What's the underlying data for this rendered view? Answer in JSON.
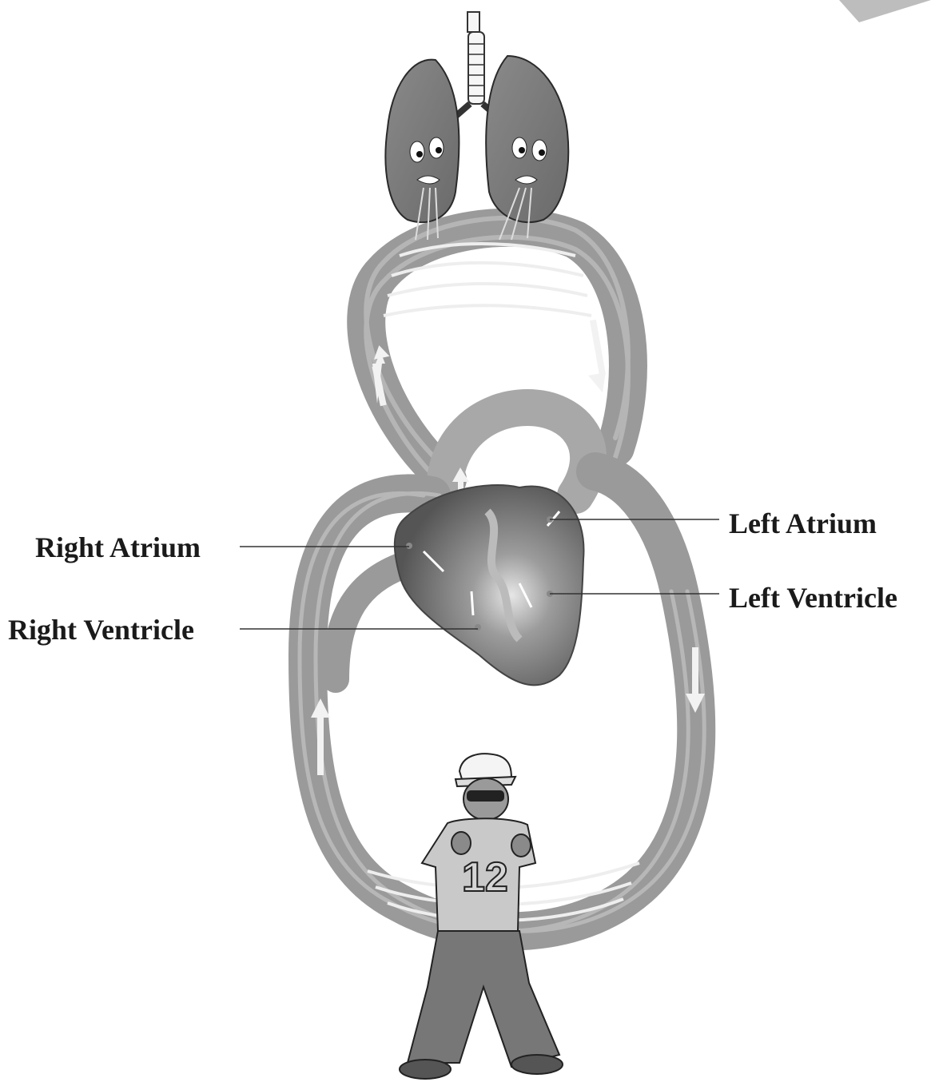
{
  "labels": {
    "right_atrium": "Right Atrium",
    "right_ventricle": "Right Ventricle",
    "left_atrium": "Left Atrium",
    "left_ventricle": "Left Ventricle"
  },
  "shirt_number": "12",
  "colors": {
    "vessel": "#9a9a9a",
    "vessel_light": "#b9b9b9",
    "lung": "#7c7c7c",
    "heart": "#6e6e6e",
    "arrow": "#f2f2f2",
    "text": "#1a1a1a"
  }
}
